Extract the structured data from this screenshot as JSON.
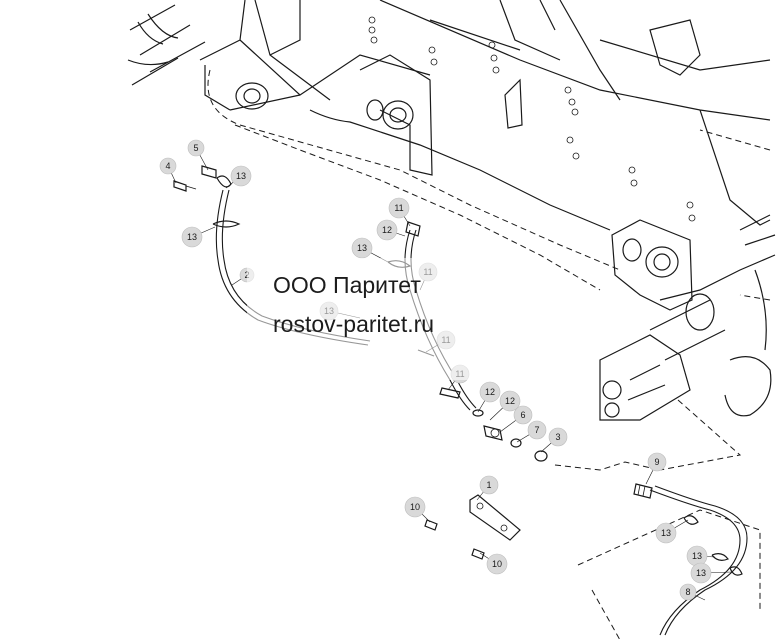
{
  "callouts": [
    {
      "id": "c5",
      "label": "5",
      "leader_to": "bolt-part-5"
    },
    {
      "id": "c4",
      "label": "4",
      "leader_to": "bolt-part-4"
    },
    {
      "id": "c13a",
      "label": "13",
      "leader_to": "clamp-upper-left"
    },
    {
      "id": "c13b",
      "label": "13",
      "leader_to": "clamp-left-lower"
    },
    {
      "id": "c2",
      "label": "2",
      "leader_to": "hose-2"
    },
    {
      "id": "c11a",
      "label": "11",
      "leader_to": "fitting-11-top"
    },
    {
      "id": "c12a",
      "label": "12",
      "leader_to": "seal-12-top"
    },
    {
      "id": "c13c",
      "label": "13",
      "leader_to": "clamp-center"
    },
    {
      "id": "c11b",
      "label": "11",
      "leader_to": "fitting-11-mid"
    },
    {
      "id": "c13d",
      "label": "13",
      "leader_to": "clamp-center-lower"
    },
    {
      "id": "c11c",
      "label": "11",
      "leader_to": "fitting-11-lower"
    },
    {
      "id": "c11d",
      "label": "11",
      "leader_to": "fitting-11-bottom"
    },
    {
      "id": "c12b",
      "label": "12",
      "leader_to": "seal-12-a"
    },
    {
      "id": "c12c",
      "label": "12",
      "leader_to": "seal-12-b"
    },
    {
      "id": "c6",
      "label": "6",
      "leader_to": "adapter-6"
    },
    {
      "id": "c7",
      "label": "7",
      "leader_to": "ring-7"
    },
    {
      "id": "c3",
      "label": "3",
      "leader_to": "ring-3"
    },
    {
      "id": "c1",
      "label": "1",
      "leader_to": "bracket-1"
    },
    {
      "id": "c10a",
      "label": "10",
      "leader_to": "bolt-10-upper"
    },
    {
      "id": "c10b",
      "label": "10",
      "leader_to": "bolt-10-lower"
    },
    {
      "id": "c9",
      "label": "9",
      "leader_to": "fitting-9"
    },
    {
      "id": "c13e",
      "label": "13",
      "leader_to": "clamp-right-1"
    },
    {
      "id": "c13f",
      "label": "13",
      "leader_to": "clamp-right-2"
    },
    {
      "id": "c13g",
      "label": "13",
      "leader_to": "clamp-right-3"
    },
    {
      "id": "c8",
      "label": "8",
      "leader_to": "hose-8"
    }
  ],
  "watermark": {
    "line1": "ООО Паритет",
    "line2": "rostov-paritet.ru"
  }
}
